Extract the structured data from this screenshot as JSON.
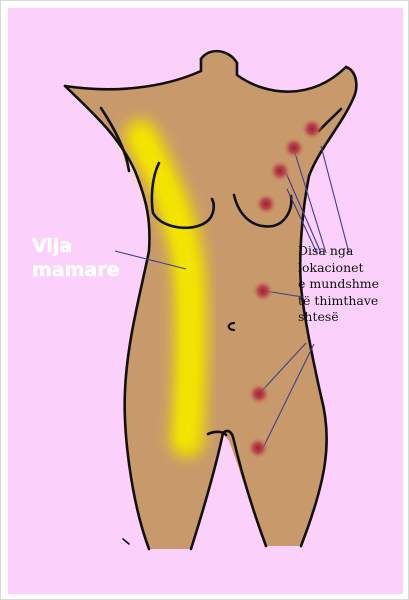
{
  "labels": {
    "mammary_line": [
      "Vija",
      "mamare"
    ],
    "extra_nipples": [
      "Disa nga",
      "lokacionet",
      "e mundshme",
      "të thimthave",
      "shtesë"
    ]
  },
  "colors": {
    "background": "#fbd1fb",
    "skin": "#c8996b",
    "mammary_line": "#f0e000",
    "nipple_marks": "#b0303a",
    "outline": "#111111",
    "leader_lines": "#3d3f8f"
  },
  "marks": {
    "extra_nipple_count": 7
  }
}
